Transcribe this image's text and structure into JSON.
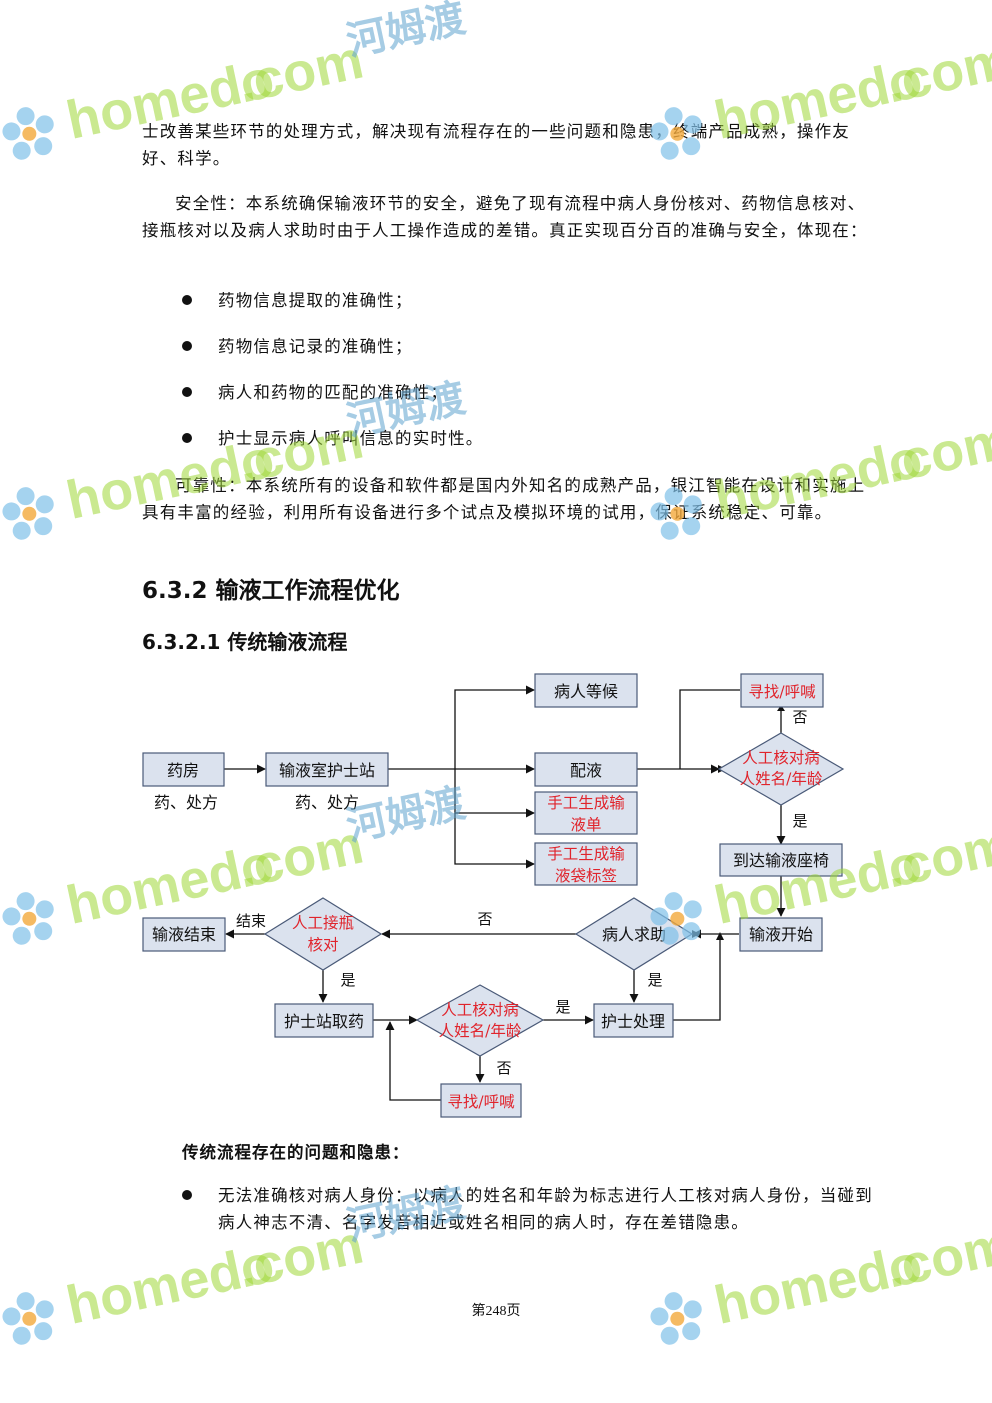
{
  "paragraphs": {
    "p1": "士改善某些环节的处理方式，解决现有流程存在的一些问题和隐患，终端产品成熟，操作友好、科学。",
    "p2": "安全性：本系统确保输液环节的安全，避免了现有流程中病人身份核对、药物信息核对、接瓶核对以及病人求助时由于人工操作造成的差错。真正实现百分百的准确与安全，体现在：",
    "p3": "可靠性：本系统所有的设备和软件都是国内外知名的成熟产品，银江智能在设计和实施上具有丰富的经验，利用所有设备进行多个试点及模拟环境的试用，保证系统稳定、可靠。"
  },
  "bullets": [
    "药物信息提取的准确性；",
    "药物信息记录的准确性；",
    "病人和药物的匹配的准确性；",
    "护士显示病人呼叫信息的实时性。"
  ],
  "headings": {
    "h632": "6.3.2 输液工作流程优化",
    "h6321": "6.3.2.1 传统输液流程"
  },
  "flowchart": {
    "pharmacy": "药房",
    "pharmacy_note": "药、处方",
    "nurse_station": "输液室护士站",
    "nurse_station_note": "药、处方",
    "patient_wait": "病人等候",
    "dispense": "配液",
    "manual_sheet": [
      "手工生成输",
      "液单"
    ],
    "manual_label": [
      "手工生成输",
      "液袋标签"
    ],
    "search_call_top": "寻找/呼喊",
    "verify_top": [
      "人工核对病",
      "人姓名/年龄"
    ],
    "no_top": "否",
    "yes_top": "是",
    "arrive_seat": "到达输液座椅",
    "infusion_start": "输液开始",
    "patient_help": "病人求助",
    "no_mid": "否",
    "yes_help": "是",
    "bottle_check": [
      "人工接瓶",
      "核对"
    ],
    "end_label": "结束",
    "infusion_end": "输液结束",
    "yes_bottle": "是",
    "take_medicine": "护士站取药",
    "verify_bottom": [
      "人工核对病",
      "人姓名/年龄"
    ],
    "yes_bottom": "是",
    "no_bottom": "否",
    "search_call_bottom": "寻找/呼喊",
    "nurse_handle": "护士处理"
  },
  "issues_title": "传统流程存在的问题和隐患：",
  "issue_bullets": [
    "无法准确核对病人身份：以病人的姓名和年龄为标志进行人工核对病人身份，当碰到病人神志不清、名字发音相近或姓名相同的病人时，存在差错隐患。"
  ],
  "footer": "第248页",
  "watermark": {
    "brand": "homedo",
    "domain": ".com",
    "cn": "河姆渡"
  },
  "colors": {
    "box_fill": "#dbe2ee",
    "box_stroke": "#4a5a78",
    "red_text": "#e0242c",
    "wm_green": "#9fd838",
    "wm_blue": "#5fa3cf"
  }
}
